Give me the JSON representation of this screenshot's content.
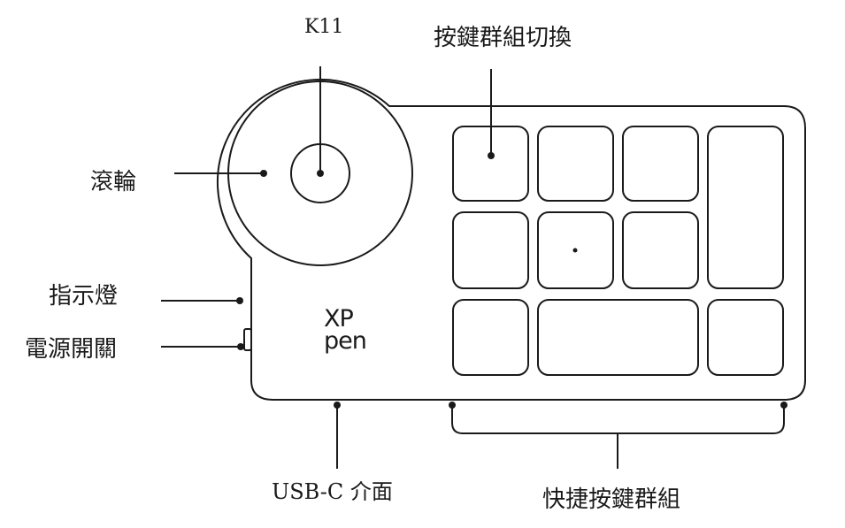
{
  "labels": {
    "dial": "K11",
    "group_switch": "按鍵群組切換",
    "wheel": "滾輪",
    "indicator": "指示燈",
    "power_switch": "電源開關",
    "usb_port": "USB-C 介面",
    "shortcut_keys": "快捷按鍵群組"
  },
  "brand": {
    "line1": "XP",
    "line2": "pen"
  }
}
